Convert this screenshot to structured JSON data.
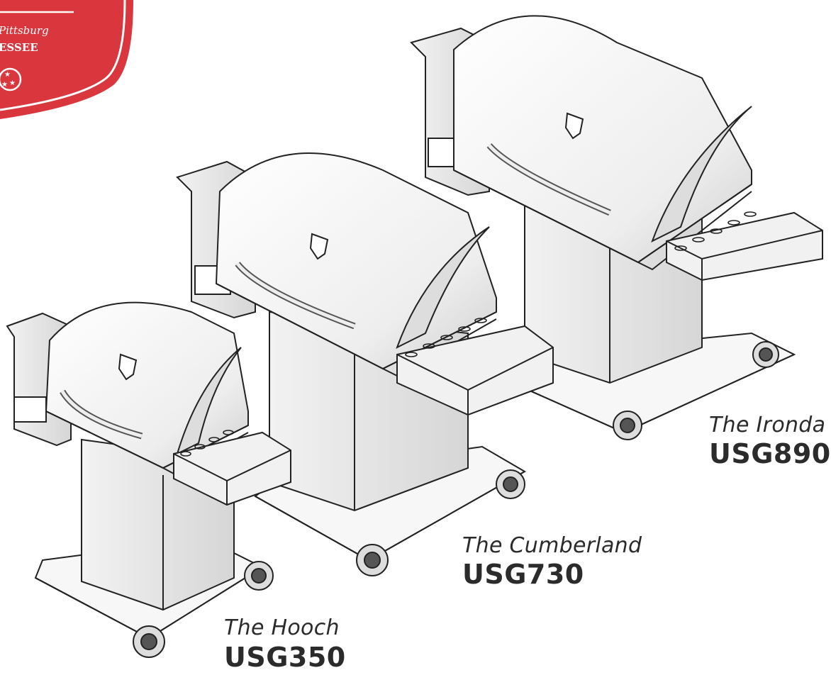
{
  "badge": {
    "line1": "Pittsburg",
    "line2": "ESSEE",
    "color": "#d9363e"
  },
  "products": [
    {
      "name": "The Hooch",
      "model": "USG350"
    },
    {
      "name": "The Cumberland",
      "model": "USG730"
    },
    {
      "name": "The Ironda",
      "model": "USG890"
    }
  ]
}
